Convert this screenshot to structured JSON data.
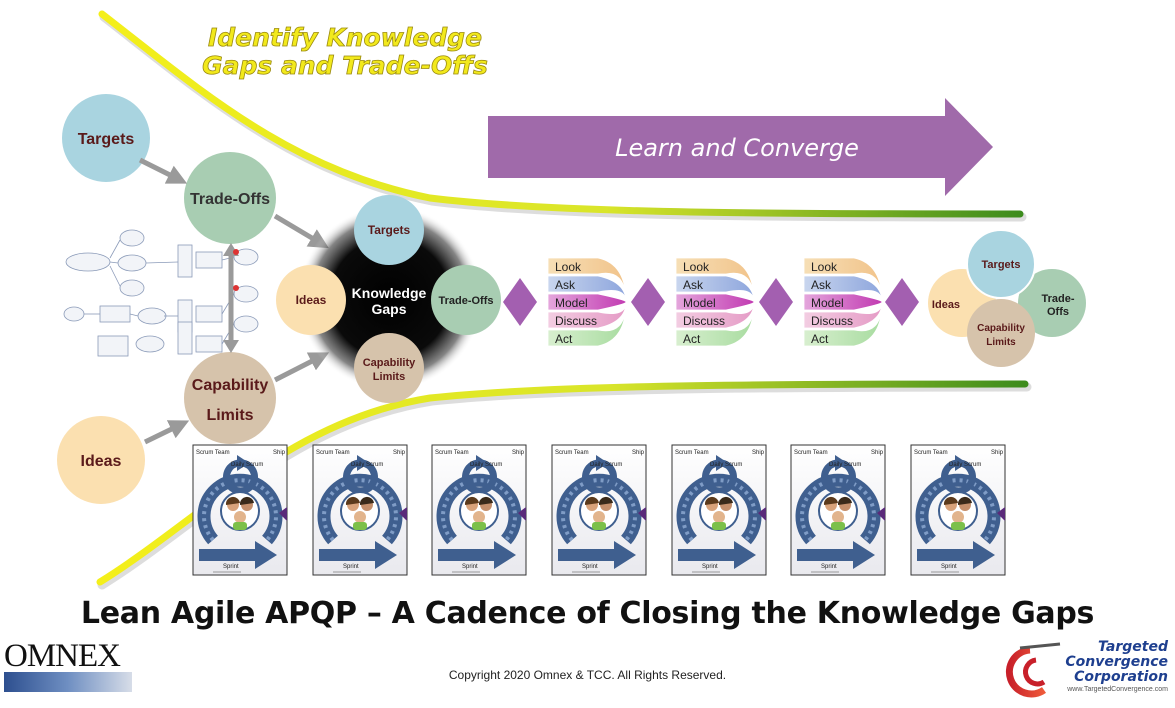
{
  "banner_heading": {
    "line1": "Identify Knowledge",
    "line2": "Gaps and Trade-Offs"
  },
  "arrow_label": "Learn and Converge",
  "left_inputs": {
    "targets": "Targets",
    "tradeoffs": "Trade-Offs",
    "capability_line1": "Capability",
    "capability_line2": "Limits",
    "ideas": "Ideas"
  },
  "knowledge_cluster": {
    "center_line1": "Knowledge",
    "center_line2": "Gaps",
    "targets": "Targets",
    "ideas": "Ideas",
    "tradeoffs": "Trade-Offs",
    "capability_line1": "Capability",
    "capability_line2": "Limits"
  },
  "cycle_steps": [
    "Look",
    "Ask",
    "Model",
    "Discuss",
    "Act"
  ],
  "converged_cluster": {
    "targets": "Targets",
    "ideas": "Ideas",
    "tradeoffs_line1": "Trade-",
    "tradeoffs_line2": "Offs",
    "capability_line1": "Capability",
    "capability_line2": "Limits"
  },
  "scrum_card": {
    "team": "Scrum Team",
    "daily": "Daily Scrum",
    "ship": "Ship",
    "sprint": "Sprint"
  },
  "headline": "Lean Agile APQP – A Cadence of Closing the Knowledge Gaps",
  "copyright": "Copyright 2020 Omnex & TCC. All Rights Reserved.",
  "logos": {
    "omnex": "OMNEX",
    "tcc_line1": "Targeted",
    "tcc_line2": "Convergence",
    "tcc_line3": "Corporation",
    "tcc_url": "www.TargetedConvergence.com"
  },
  "colors": {
    "funnel_yellow": "#f2ee1e",
    "funnel_green": "#3c8c1c",
    "arrow_purple": "#a06aaa",
    "diamond_purple": "#a35fb0",
    "targets_blue": "#a9d4e0",
    "tradeoffs_green": "#a8cdb2",
    "capability_tan": "#d6c3ab",
    "ideas_peach": "#fbe0b0"
  }
}
